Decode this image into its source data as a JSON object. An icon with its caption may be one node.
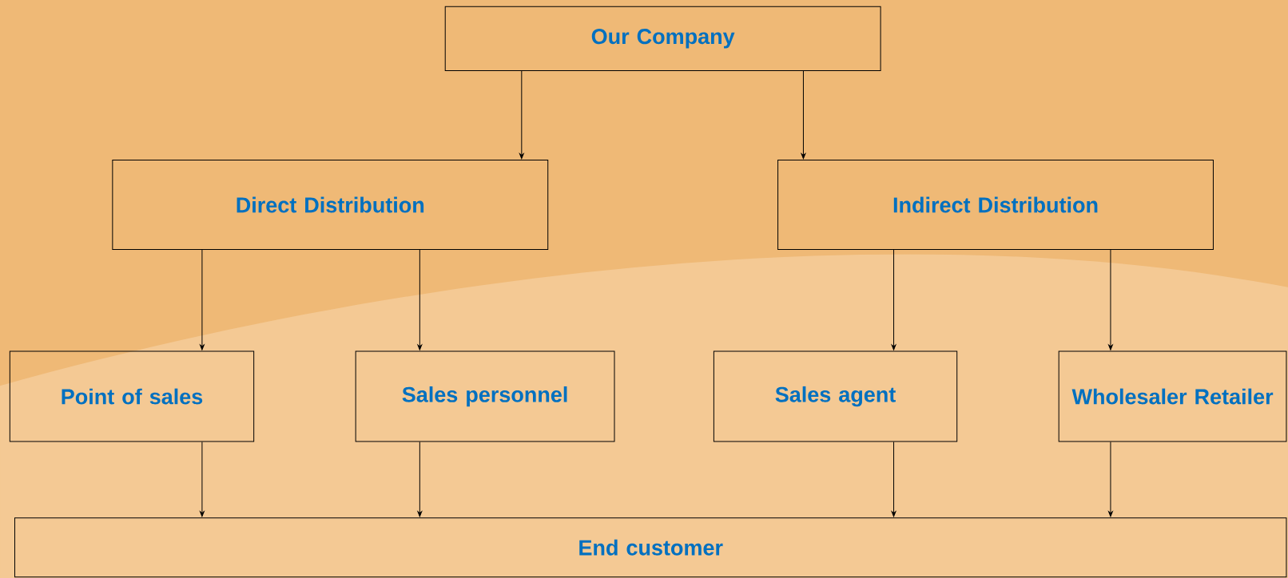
{
  "diagram": {
    "nodes": [
      {
        "text": [
          "Our Company"
        ]
      },
      {
        "text": [
          "Direct Distribution"
        ]
      },
      {
        "text": [
          "Indirect Distribution"
        ]
      },
      {
        "text": [
          "Point of sales"
        ]
      },
      {
        "text": [
          "Sales personnel"
        ]
      },
      {
        "text": [
          "Sales agent"
        ]
      },
      {
        "text": [
          "Wholesaler Retailer"
        ]
      },
      {
        "text": [
          "End customer"
        ]
      }
    ],
    "edges": [
      {
        "from": 0,
        "to": 1,
        "arrow": "to"
      },
      {
        "from": 0,
        "to": 2,
        "arrow": "to"
      },
      {
        "from": 1,
        "to": 3,
        "arrow": "to"
      },
      {
        "from": 1,
        "to": 4,
        "arrow": "to"
      },
      {
        "from": 2,
        "to": 5,
        "arrow": "to"
      },
      {
        "from": 2,
        "to": 6,
        "arrow": "to"
      },
      {
        "from": 3,
        "to": 7,
        "arrow": "to"
      },
      {
        "from": 4,
        "to": 7,
        "arrow": "to"
      },
      {
        "from": 5,
        "to": 7,
        "arrow": "to"
      },
      {
        "from": 6,
        "to": 7,
        "arrow": "to"
      }
    ]
  }
}
